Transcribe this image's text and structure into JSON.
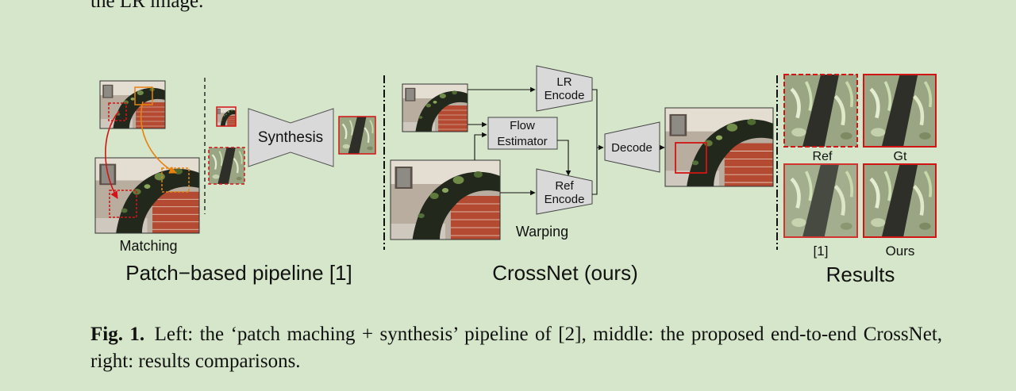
{
  "top_line": "the LR image.",
  "figure": {
    "left": {
      "matching_label": "Matching",
      "synthesis_label": "Synthesis",
      "title": "Patch−based pipeline [1]"
    },
    "middle": {
      "lr_encode": [
        "LR",
        "Encode"
      ],
      "flow_estimator": [
        "Flow",
        "Estimator"
      ],
      "ref_encode": [
        "Ref",
        "Encode"
      ],
      "decode": "Decode",
      "warping_label": "Warping",
      "title": "CrossNet (ours)"
    },
    "right": {
      "labels": [
        "Ref",
        "Gt",
        "[1]",
        "Ours"
      ],
      "title": "Results"
    }
  },
  "caption": {
    "label": "Fig. 1.",
    "text": "Left: the ‘patch maching + synthesis’ pipeline of [2], middle: the proposed end-to-end CrossNet, right: results comparisons."
  },
  "colors": {
    "background": "#d6e6ca",
    "highlight_red": "#d21414",
    "arrow_orange": "#e8820e",
    "block_fill": "#d9d9d9"
  }
}
